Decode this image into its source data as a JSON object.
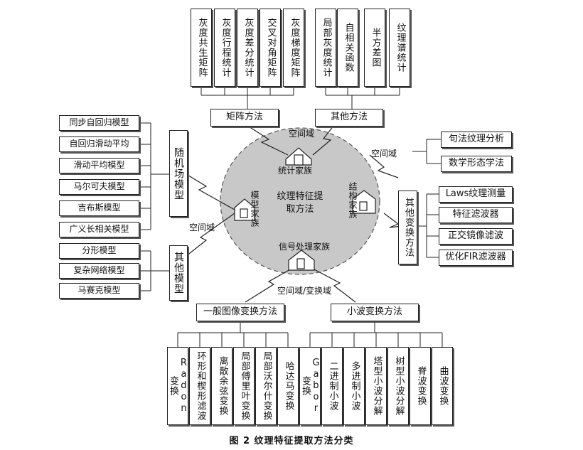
{
  "diagram": {
    "center_title": "纹理特征提取方法",
    "families": {
      "statistical": "统计家族",
      "structural": "结构家族",
      "model": "模型家族",
      "signal": "信号处理家族"
    },
    "domain_labels": {
      "spatial": "空间域",
      "spatial_transform": "空间域/变换域"
    },
    "top_groups": {
      "matrix_methods": "矩阵方法",
      "other_methods": "其他方法"
    },
    "top_items": [
      "灰度共生矩阵",
      "灰度行程统计",
      "灰度差分统计",
      "交叉对角矩阵",
      "灰度梯度矩阵",
      "局部灰度统计",
      "自相关函数",
      "半方差图",
      "纹理谱统计"
    ],
    "right_top_items": [
      "句法纹理分析",
      "数学形态学法"
    ],
    "right_group": "其他变换方法",
    "right_items": [
      "Laws纹理测量",
      "特征滤波器",
      "正交镜像滤波",
      "优化FIR滤波器"
    ],
    "left_group_random": "随机场模型",
    "left_random_items": [
      "同步自回归模型",
      "自回归滑动平均",
      "滑动平均模型",
      "马尔可夫模型",
      "吉布斯模型",
      "广义长相关模型"
    ],
    "left_group_other": "其他模型",
    "left_other_items": [
      "分形模型",
      "复杂网络模型",
      "马赛克模型"
    ],
    "bottom_groups": {
      "general": "一般图像变换方法",
      "wavelet": "小波变换方法"
    },
    "bottom_general_items": [
      "Radon 变换",
      "环形和楔形滤波",
      "离散余弦变换",
      "局部傅里叶变换",
      "局部沃尔什变换",
      "哈达马变换"
    ],
    "bottom_wavelet_items": [
      "Gabor 变换",
      "二进制小波",
      "多进制小波",
      "塔型小波分解",
      "树型小波分解",
      "脊波变换",
      "曲波变换"
    ],
    "caption": "图 2   纹理特征提取方法分类"
  },
  "colors": {
    "ellipse_fill": "#c8c8c8",
    "line": "#222222",
    "box_border": "#222222",
    "background": "#ffffff"
  }
}
